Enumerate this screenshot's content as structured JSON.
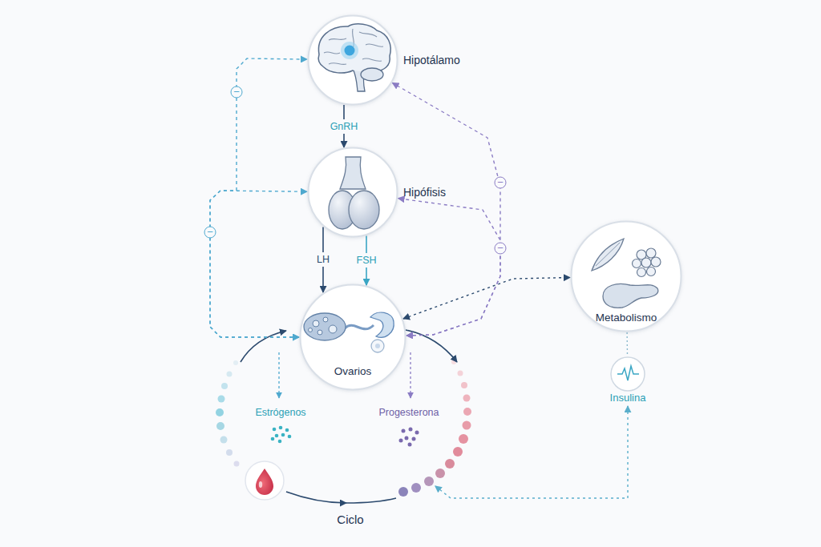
{
  "diagram": {
    "nodes": [
      {
        "text": [
          "Hipotálamo"
        ]
      },
      {
        "text": [
          "Hipófisis"
        ]
      },
      {
        "text": [
          "Ovarios"
        ]
      },
      {
        "text": [
          "Ciclo"
        ]
      },
      {
        "text": [
          "Metabolismo"
        ]
      },
      {
        "text": [
          "Insulina"
        ]
      }
    ],
    "edges": [
      {
        "from": 0,
        "to": 1,
        "arrow": "to",
        "label": "GnRH"
      },
      {
        "from": 1,
        "to": 2,
        "arrow": "to",
        "label": "LH"
      },
      {
        "from": 1,
        "to": 2,
        "arrow": "to",
        "label": "FSH"
      },
      {
        "from": 2,
        "to": 0,
        "arrow": "both",
        "label": "−"
      },
      {
        "from": 2,
        "to": 1,
        "arrow": "both",
        "label": "−"
      },
      {
        "from": 2,
        "to": 0,
        "arrow": "both",
        "label": "−"
      },
      {
        "from": 2,
        "to": 1,
        "arrow": "both",
        "label": "−"
      },
      {
        "from": 2,
        "to": 4,
        "arrow": "both"
      },
      {
        "from": 4,
        "to": 5,
        "arrow": "none"
      },
      {
        "from": 5,
        "to": 3,
        "arrow": "both"
      }
    ],
    "labels": [
      "Estrógenos",
      "Progesterona"
    ]
  }
}
